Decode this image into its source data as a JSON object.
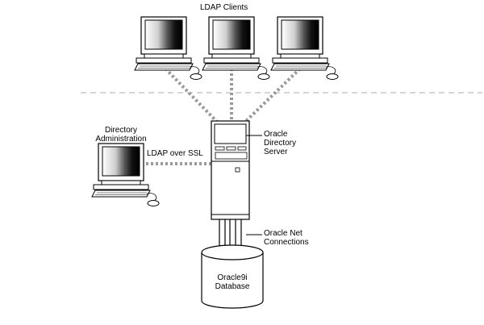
{
  "labels": {
    "clients": "LDAP Clients",
    "admin_line1": "Directory",
    "admin_line2": "Administration",
    "link": "LDAP over SSL",
    "server_line1": "Oracle",
    "server_line2": "Directory",
    "server_line3": "Server",
    "net_line1": "Oracle Net",
    "net_line2": "Connections",
    "db_line1": "Oracle9i",
    "db_line2": "Database"
  },
  "icons": {
    "client": "workstation-icon",
    "admin": "workstation-icon",
    "server": "server-tower-icon",
    "database": "database-cylinder-icon"
  }
}
